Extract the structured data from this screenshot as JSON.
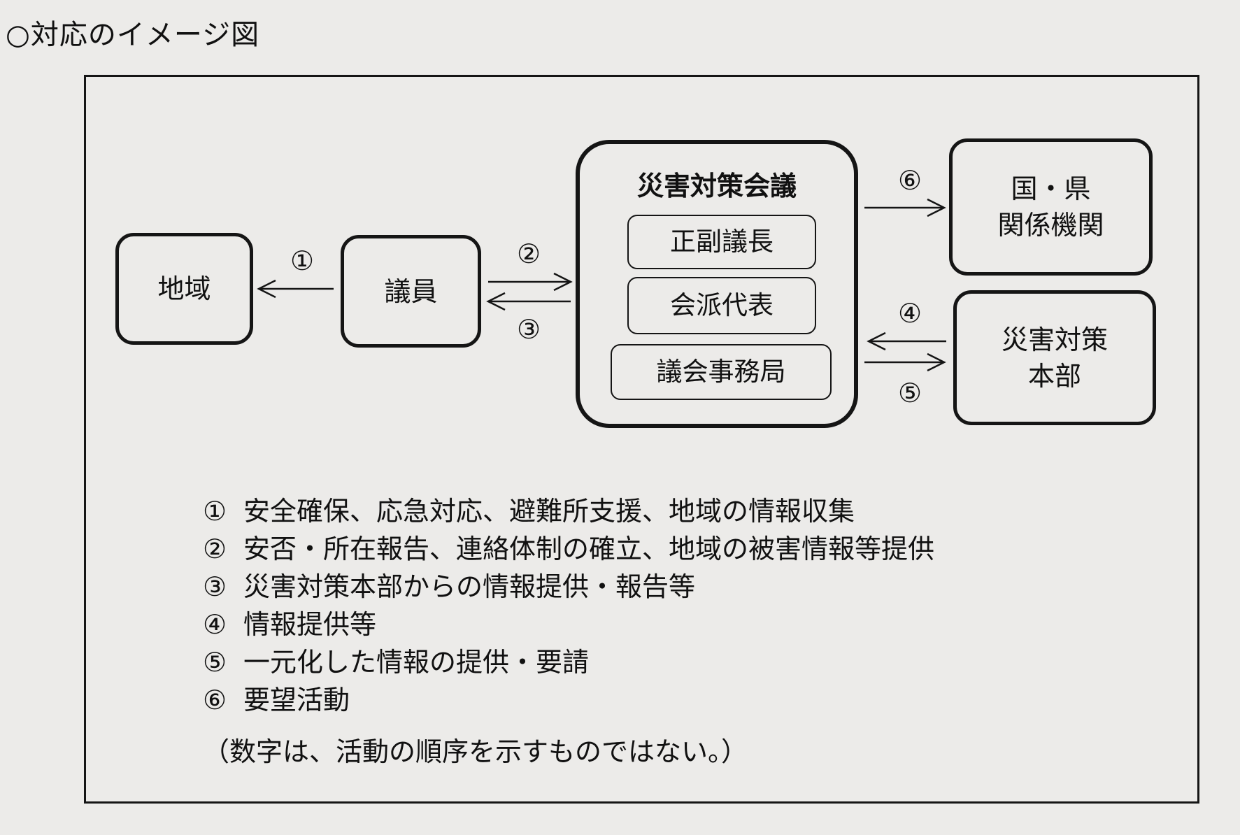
{
  "title": "○対応のイメージ図",
  "nodes": {
    "region": "地域",
    "member": "議員",
    "council": {
      "title": "災害対策会議",
      "members": [
        "正副議長",
        "会派代表",
        "議会事務局"
      ]
    },
    "national": "国・県\n関係機関",
    "hq": "災害対策\n本部"
  },
  "arrow_labels": {
    "a1": "①",
    "a2": "②",
    "a3": "③",
    "a4": "④",
    "a5": "⑤",
    "a6": "⑥"
  },
  "legend": [
    {
      "num": "①",
      "text": "安全確保、応急対応、避難所支援、地域の情報収集"
    },
    {
      "num": "②",
      "text": "安否・所在報告、連絡体制の確立、地域の被害情報等提供"
    },
    {
      "num": "③",
      "text": "災害対策本部からの情報提供・報告等"
    },
    {
      "num": "④",
      "text": "情報提供等"
    },
    {
      "num": "⑤",
      "text": "一元化した情報の提供・要請"
    },
    {
      "num": "⑥",
      "text": "要望活動"
    }
  ],
  "note": "（数字は、活動の順序を示すものではない。）"
}
